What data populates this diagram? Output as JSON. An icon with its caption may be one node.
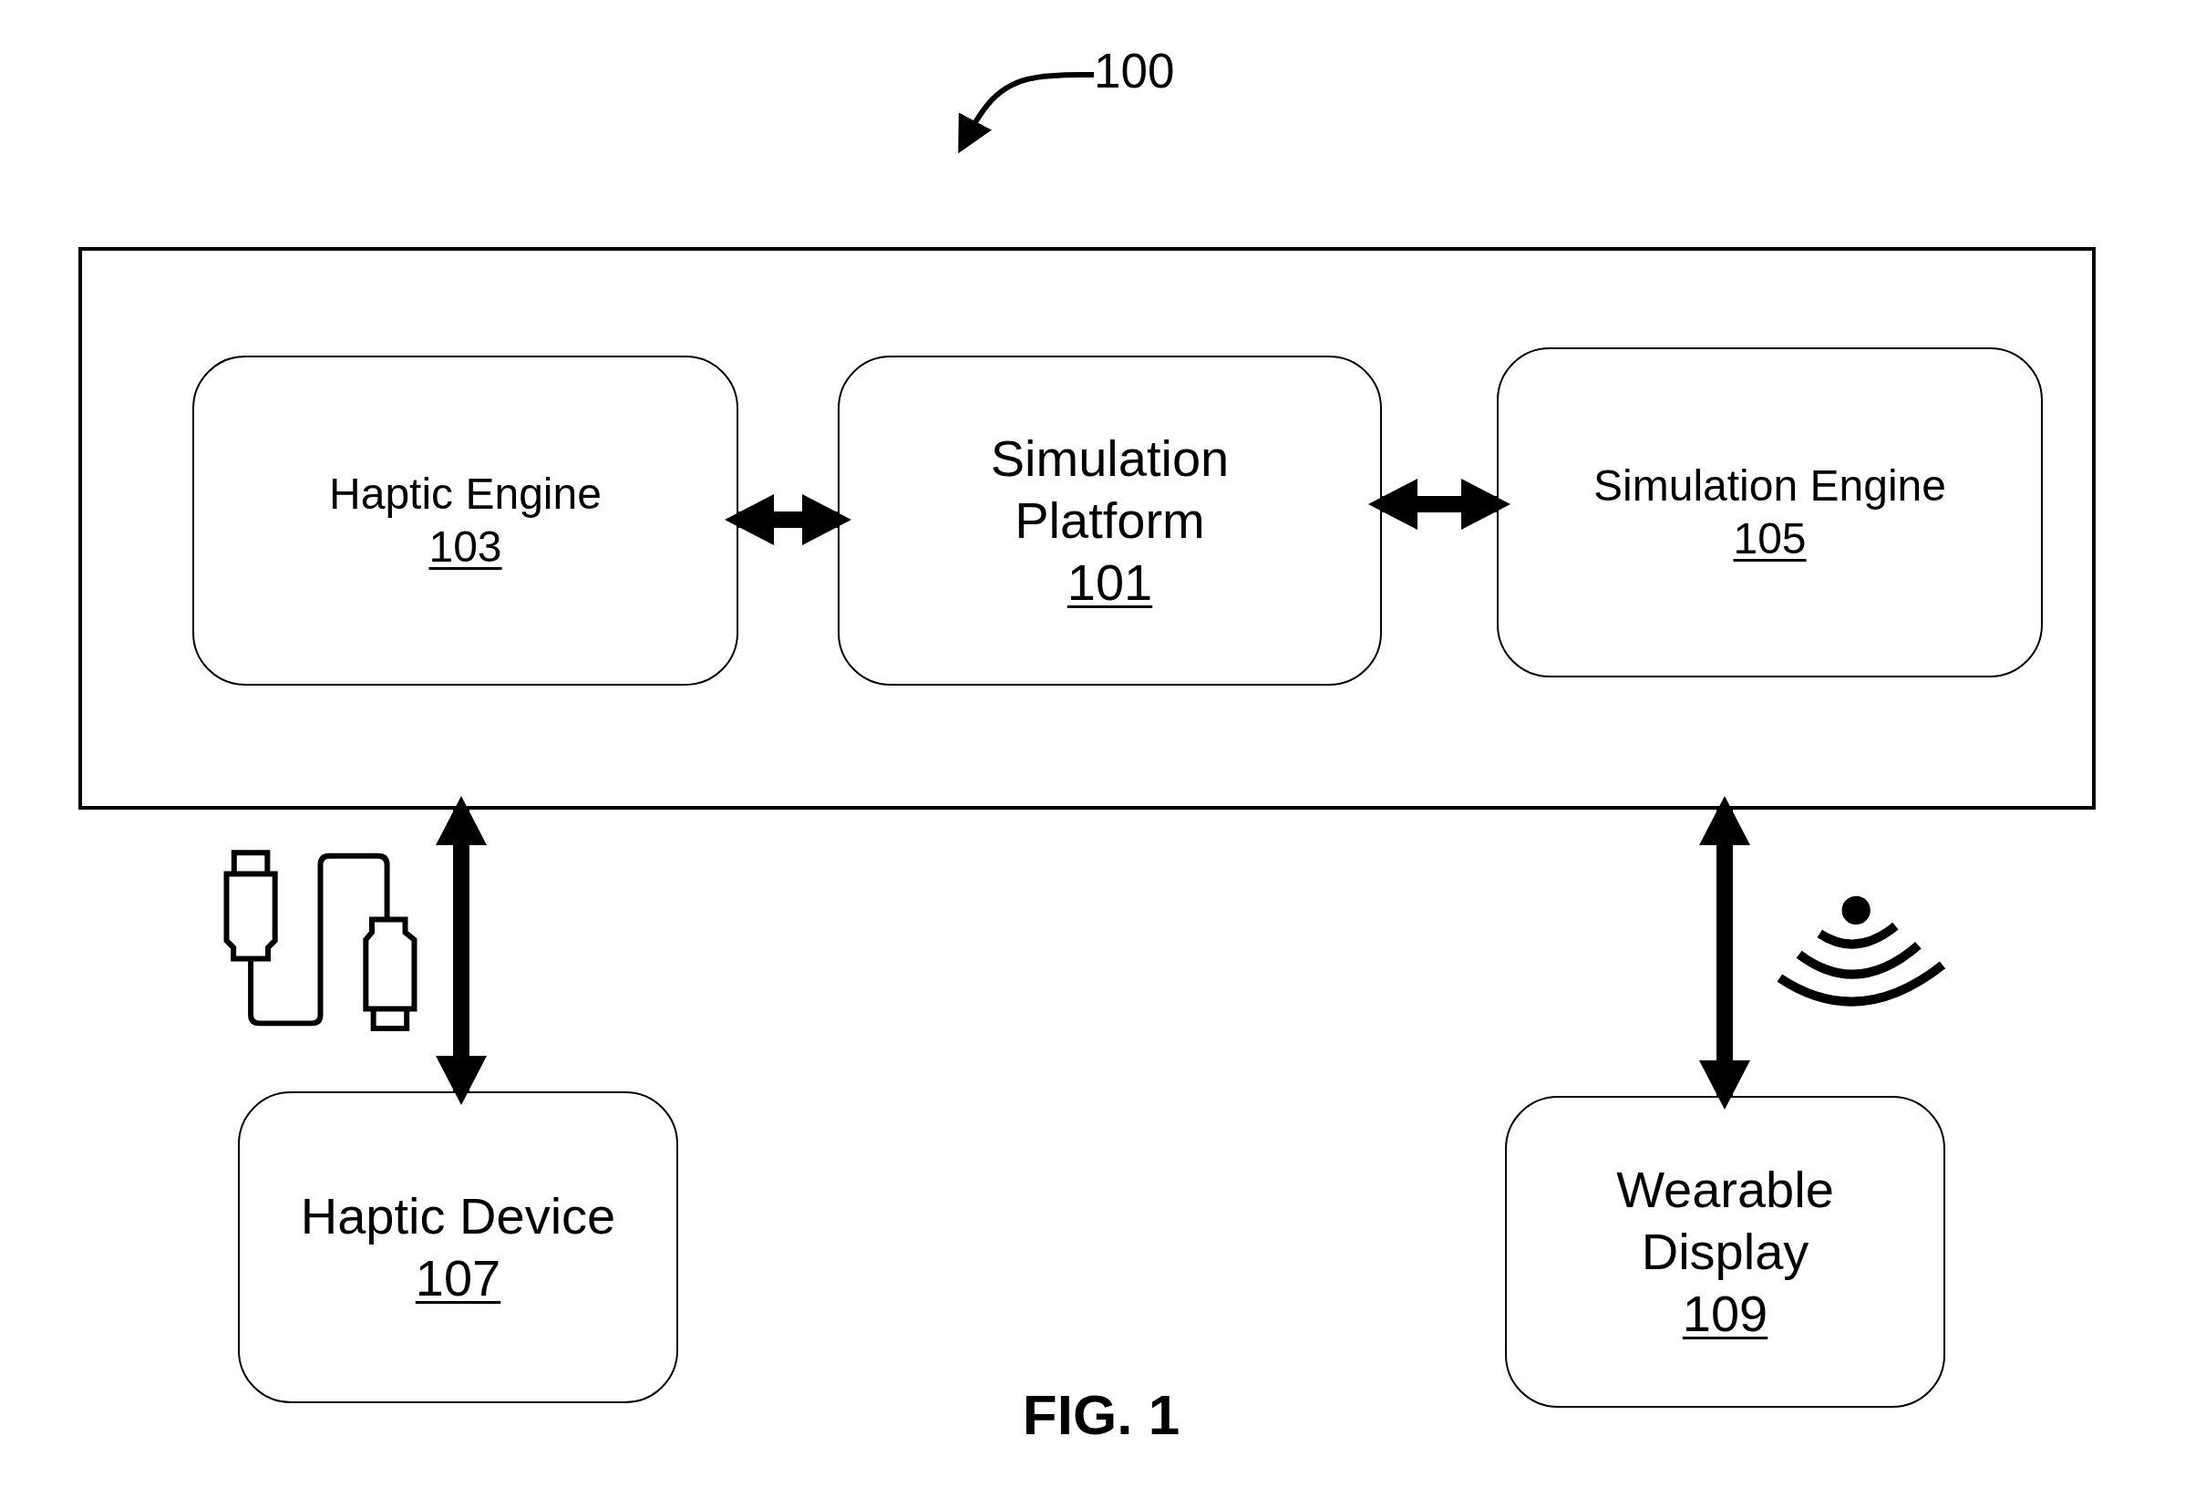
{
  "diagram": {
    "nodes": [
      {
        "text": [
          "100"
        ]
      },
      {
        "text": [],
        "shape": "box"
      },
      {
        "text": [
          "Haptic Engine",
          "103"
        ],
        "in": 1
      },
      {
        "text": [
          "Simulation Platform",
          "101"
        ],
        "in": 1
      },
      {
        "text": [
          "Simulation Engine",
          "105"
        ],
        "in": 1
      },
      {
        "text": [
          "Haptic Device",
          "107"
        ]
      },
      {
        "text": [
          "Wearable Display",
          "109"
        ]
      }
    ],
    "edges": [
      {
        "from": 0,
        "to": null,
        "arrow": "to"
      },
      {
        "from": 2,
        "to": 3,
        "arrow": "both"
      },
      {
        "from": 3,
        "to": 4,
        "arrow": "both"
      },
      {
        "from": 1,
        "to": 5,
        "arrow": "both"
      },
      {
        "from": 1,
        "to": 6,
        "arrow": "both"
      }
    ],
    "labels": [
      "FIG. 1"
    ]
  }
}
